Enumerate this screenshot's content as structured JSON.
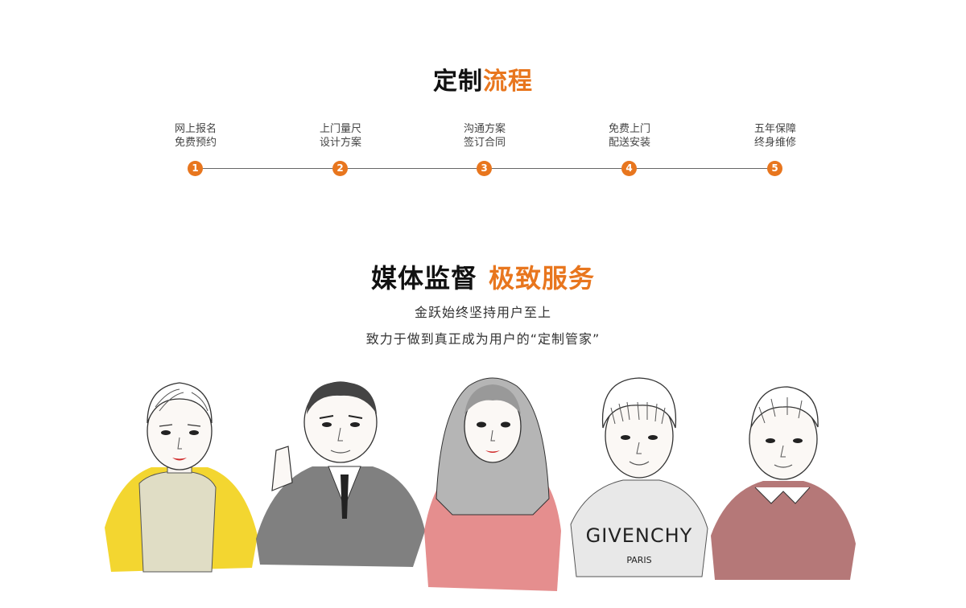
{
  "process": {
    "title_dark": "定制",
    "title_accent": "流程",
    "steps": [
      {
        "line1": "网上报名",
        "line2": "免费预约",
        "num": "1"
      },
      {
        "line1": "上门量尺",
        "line2": "设计方案",
        "num": "2"
      },
      {
        "line1": "沟通方案",
        "line2": "签订合同",
        "num": "3"
      },
      {
        "line1": "免费上门",
        "line2": "配送安装",
        "num": "4"
      },
      {
        "line1": "五年保障",
        "line2": "终身维修",
        "num": "5"
      }
    ]
  },
  "service": {
    "title_dark": "媒体监督",
    "title_accent": "极致服务",
    "line1": "金跃始终坚持用户至上",
    "line2": "致力于做到真正成为用户的“定制管家”"
  },
  "portraits": {
    "shirt_text": "GIVENCHY",
    "shirt_sub": "PARIS"
  },
  "colors": {
    "accent": "#e8761e",
    "yellow": "#f2d21a",
    "red": "#e07a7a",
    "maroon": "#a86060"
  }
}
